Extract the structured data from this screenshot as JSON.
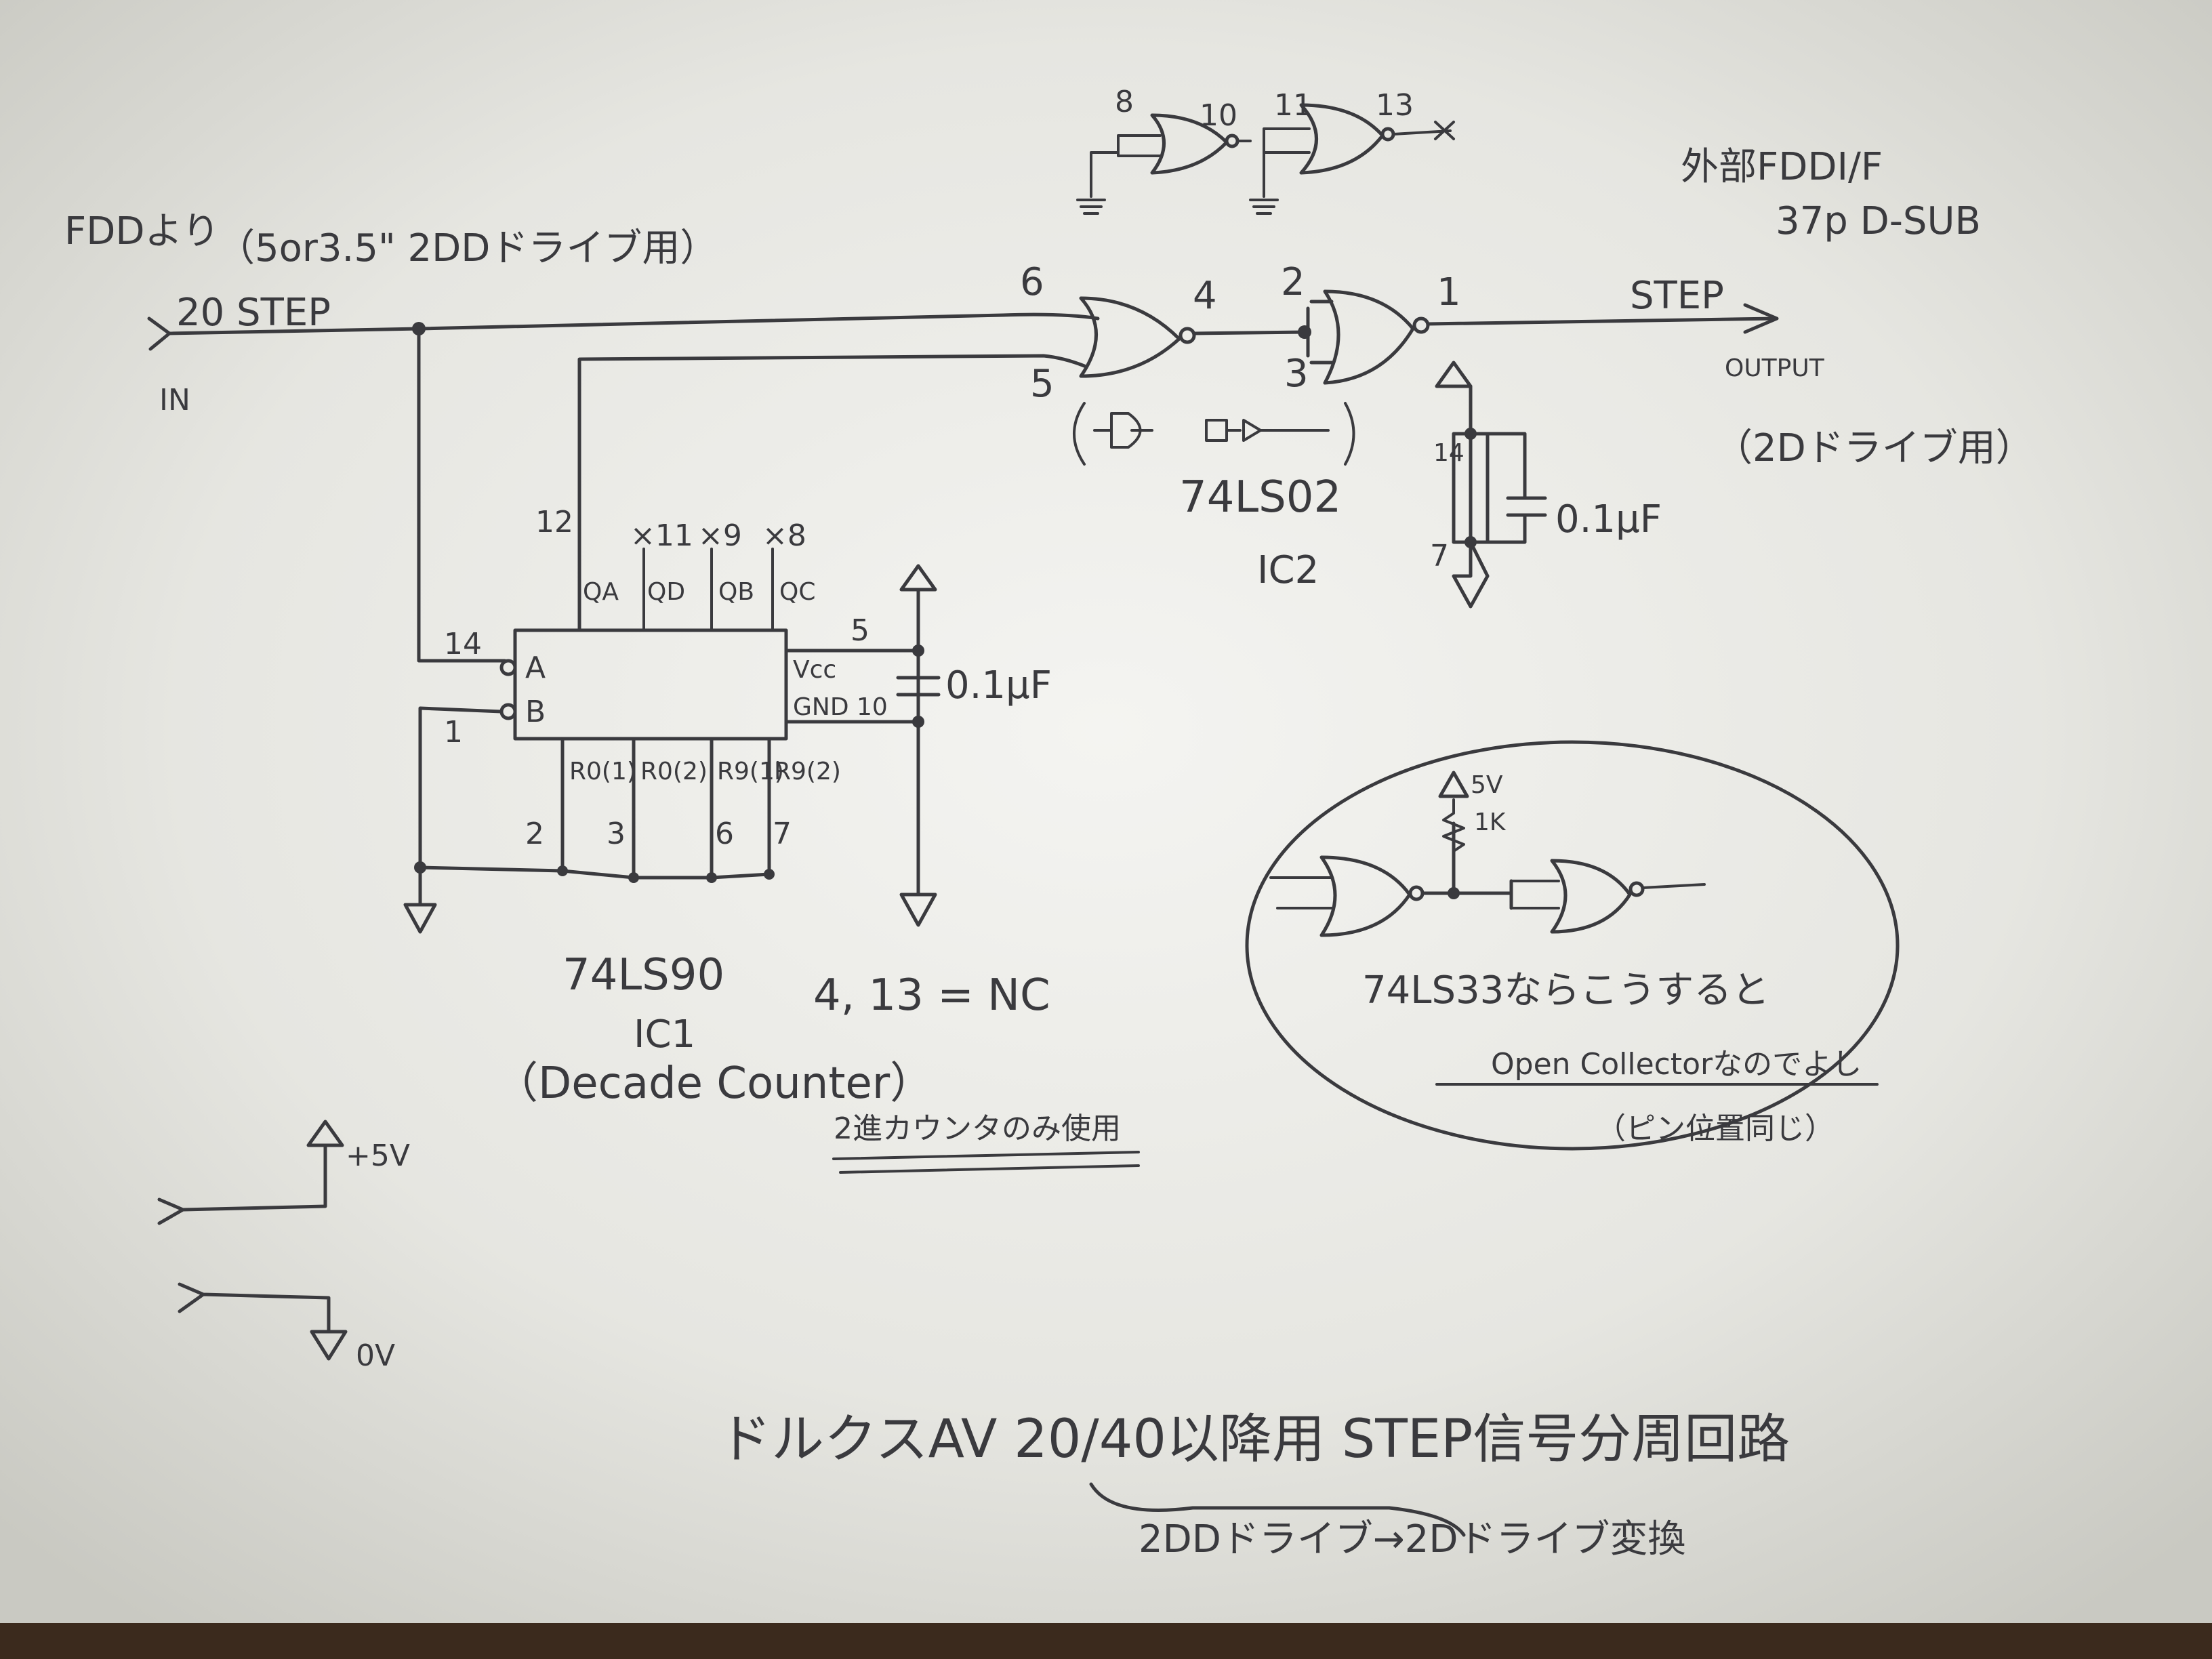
{
  "diagram": {
    "header_left": "FDDより",
    "header_left_note": "（5or3.5\" 2DDドライブ用）",
    "header_right_line1": "外部FDDI/F",
    "header_right_line2": "37p D-SUB",
    "input_signal": "20 STEP",
    "input_label": "IN",
    "output_signal": "STEP",
    "output_label": "OUTPUT",
    "output_note": "（2Dドライブ用）",
    "ic2": {
      "part": "74LS02",
      "name": "IC2",
      "pins": {
        "p1": "1",
        "p2": "2",
        "p3": "3",
        "p4": "4",
        "p5": "5",
        "p6": "6",
        "p8": "8",
        "p10": "10",
        "p11": "11",
        "p13": "13",
        "p14": "14",
        "p7": "7"
      },
      "cap": "0.1μF"
    },
    "ic1": {
      "part": "74LS90",
      "name": "IC1",
      "desc": "（Decade Counter）",
      "nc_note": "4, 13 = NC",
      "usage_note": "2進カウンタのみ使用",
      "cap": "0.1μF",
      "pin_labels": {
        "A": "A",
        "B": "B",
        "vcc": "Vcc",
        "gnd": "GND 10",
        "qa": "QA",
        "qb": "QB",
        "qc": "QC",
        "qd": "QD",
        "r01": "R0(1)",
        "r02": "R0(2)",
        "r91": "R9(1)",
        "r92": "R9(2)"
      },
      "pins": {
        "p14": "14",
        "p1": "1",
        "p12": "12",
        "p11": "×11",
        "p9": "×9",
        "p8": "×8",
        "p5": "5",
        "p2": "2",
        "p3": "3",
        "p6": "6",
        "p7": "7"
      }
    },
    "power": {
      "plus": "+5V",
      "zero": "0V"
    },
    "alt_circuit": {
      "pullup_v": "5V",
      "pullup_r": "1K",
      "note1": "74LS33ならこうすると",
      "note2": "Open Collectorなのでよし",
      "note3": "（ピン位置同じ）"
    },
    "title": "ドルクスAV 20/40以降用 STEP信号分周回路",
    "subtitle": "2DDドライブ→2Dドライブ変換"
  }
}
